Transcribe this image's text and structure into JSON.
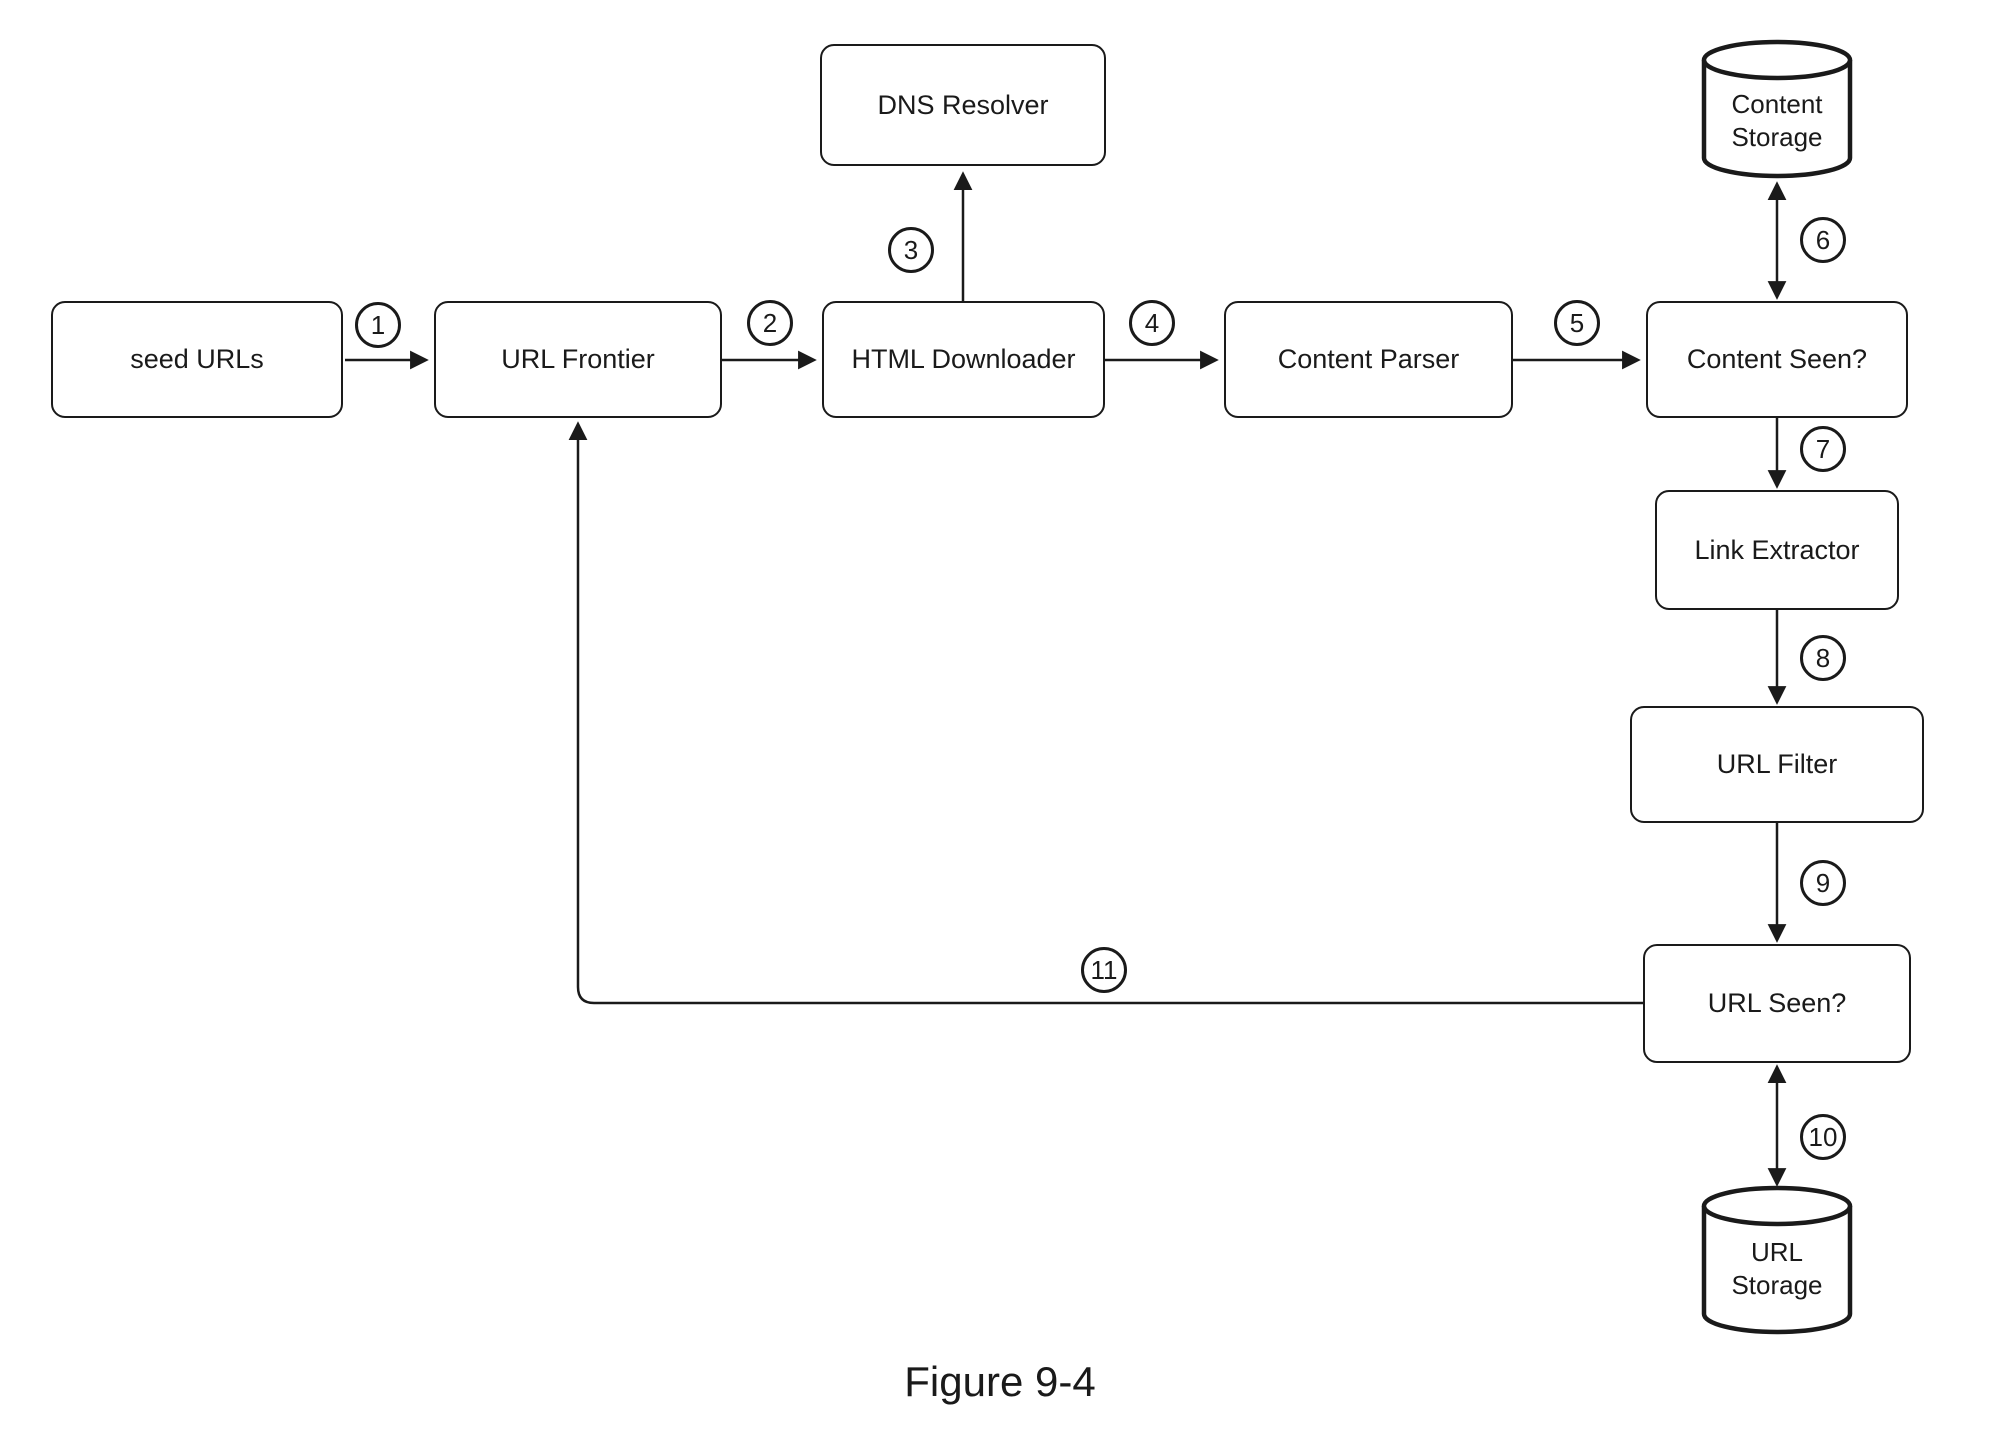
{
  "caption": "Figure 9-4",
  "nodes": {
    "seed_urls": {
      "label": "seed URLs",
      "type": "box"
    },
    "url_frontier": {
      "label": "URL Frontier",
      "type": "box"
    },
    "dns_resolver": {
      "label": "DNS Resolver",
      "type": "box"
    },
    "html_downloader": {
      "label": "HTML Downloader",
      "type": "box"
    },
    "content_parser": {
      "label": "Content Parser",
      "type": "box"
    },
    "content_seen": {
      "label": "Content Seen?",
      "type": "box"
    },
    "content_storage": {
      "label": "Content\nStorage",
      "type": "cylinder"
    },
    "link_extractor": {
      "label": "Link Extractor",
      "type": "box"
    },
    "url_filter": {
      "label": "URL Filter",
      "type": "box"
    },
    "url_seen": {
      "label": "URL Seen?",
      "type": "box"
    },
    "url_storage": {
      "label": "URL\nStorage",
      "type": "cylinder"
    }
  },
  "steps": [
    "1",
    "2",
    "3",
    "4",
    "5",
    "6",
    "7",
    "8",
    "9",
    "10",
    "11"
  ],
  "edges": [
    {
      "step": "1",
      "from": "seed_urls",
      "to": "url_frontier",
      "bidirectional": false
    },
    {
      "step": "2",
      "from": "url_frontier",
      "to": "html_downloader",
      "bidirectional": false
    },
    {
      "step": "3",
      "from": "html_downloader",
      "to": "dns_resolver",
      "bidirectional": false
    },
    {
      "step": "4",
      "from": "html_downloader",
      "to": "content_parser",
      "bidirectional": false
    },
    {
      "step": "5",
      "from": "content_parser",
      "to": "content_seen",
      "bidirectional": false
    },
    {
      "step": "6",
      "from": "content_seen",
      "to": "content_storage",
      "bidirectional": true
    },
    {
      "step": "7",
      "from": "content_seen",
      "to": "link_extractor",
      "bidirectional": false
    },
    {
      "step": "8",
      "from": "link_extractor",
      "to": "url_filter",
      "bidirectional": false
    },
    {
      "step": "9",
      "from": "url_filter",
      "to": "url_seen",
      "bidirectional": false
    },
    {
      "step": "10",
      "from": "url_seen",
      "to": "url_storage",
      "bidirectional": true
    },
    {
      "step": "11",
      "from": "url_seen",
      "to": "url_frontier",
      "bidirectional": false
    }
  ],
  "colors": {
    "stroke": "#1a1a1a",
    "background": "#ffffff",
    "node_fill": "#ffffff"
  }
}
